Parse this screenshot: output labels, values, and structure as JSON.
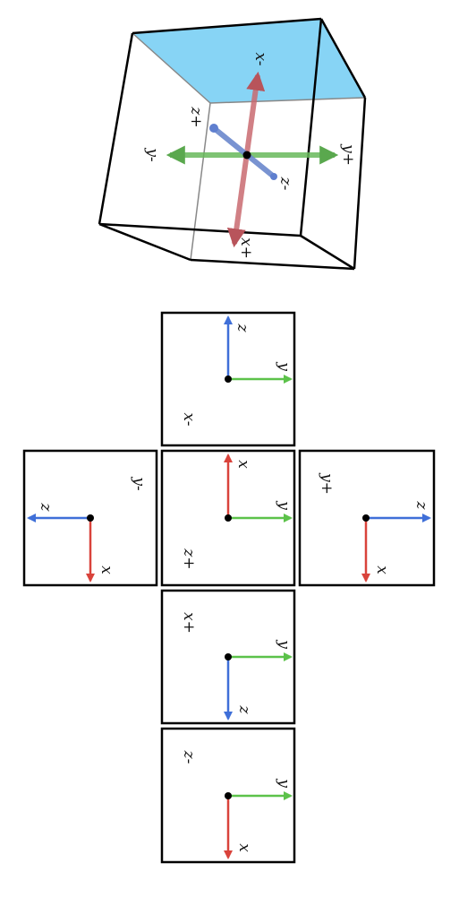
{
  "colors": {
    "x_axis": "#d9433b",
    "y_axis": "#5cc24a",
    "z_axis": "#3f6fd8",
    "top_face": "#87d4f5",
    "cube_x_axis": "#c96a70",
    "cube_y_axis": "#67b85a",
    "cube_z_axis": "#6a87cc",
    "edge": "#000000"
  },
  "cube": {
    "labels": {
      "x_minus": "x-",
      "x_plus": "x+",
      "y_minus": "y-",
      "y_plus": "y+",
      "z_minus": "z-",
      "z_plus": "z+"
    }
  },
  "faces": [
    {
      "id": "x-minus",
      "label": "x-",
      "axes": [
        "z",
        "y"
      ]
    },
    {
      "id": "y-minus",
      "label": "y-",
      "axes": [
        "z",
        "x"
      ]
    },
    {
      "id": "z-plus",
      "label": "z+",
      "axes": [
        "x",
        "y"
      ]
    },
    {
      "id": "y-plus",
      "label": "y+",
      "axes": [
        "z",
        "x"
      ]
    },
    {
      "id": "x-plus",
      "label": "x+",
      "axes": [
        "y",
        "z"
      ]
    },
    {
      "id": "z-minus",
      "label": "z-",
      "axes": [
        "y",
        "x"
      ]
    }
  ]
}
